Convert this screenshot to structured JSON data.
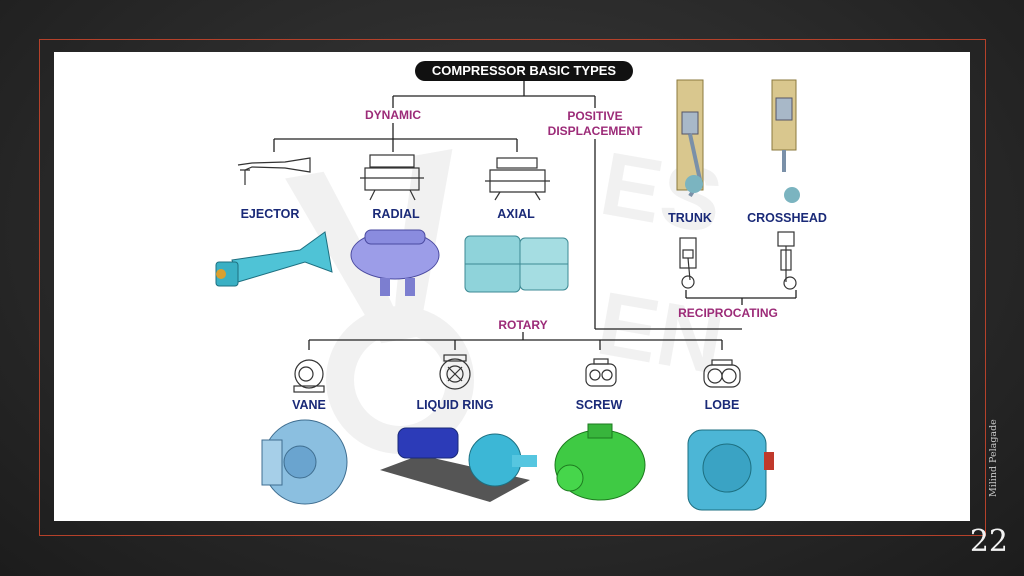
{
  "title": "COMPRESSOR BASIC TYPES",
  "categories": {
    "dynamic": "DYNAMIC",
    "positive_displacement": [
      "POSITIVE",
      "DISPLACEMENT"
    ],
    "rotary": "ROTARY",
    "reciprocating": "RECIPROCATING"
  },
  "types": {
    "ejector": "EJECTOR",
    "radial": "RADIAL",
    "axial": "AXIAL",
    "trunk": "TRUNK",
    "crosshead": "CROSSHEAD",
    "vane": "VANE",
    "liquid_ring": "LIQUID RING",
    "screw": "SCREW",
    "lobe": "LOBE"
  },
  "author": "Milind Pelagade",
  "page_number": "22",
  "colors": {
    "background": "#2a2a2a",
    "frame": "#b5412a",
    "category_text": "#9c2b78",
    "type_text": "#1a2a78"
  },
  "icons": [
    "ejector-render-icon",
    "radial-render-icon",
    "axial-render-icon",
    "trunk-piston-icon",
    "crosshead-piston-icon",
    "vane-render-icon",
    "liquid-ring-render-icon",
    "screw-render-icon",
    "lobe-render-icon"
  ]
}
